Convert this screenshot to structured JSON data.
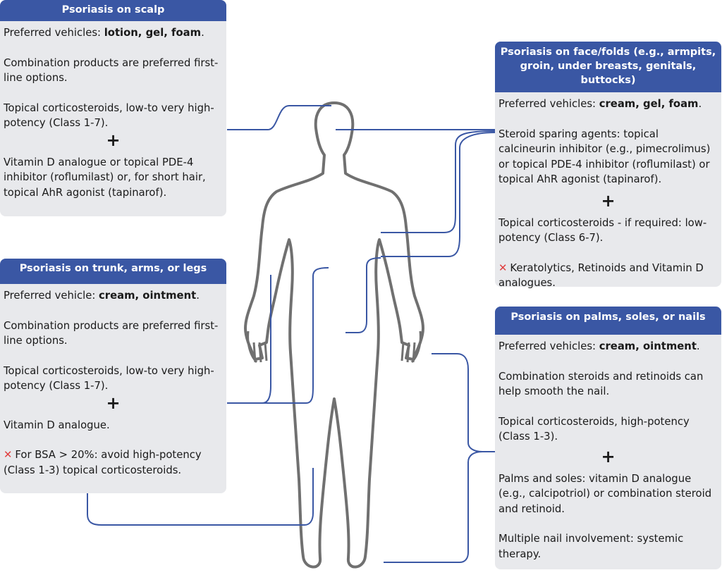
{
  "scalp": {
    "title": "Psoriasis on scalp",
    "vehicles_prefix": "Preferred vehicles: ",
    "vehicles": "lotion, gel, foam",
    "vehicles_suffix": ".",
    "p1": "Combination products are preferred first-line options.",
    "p2": "Topical corticosteroids, low-to very high-potency (Class 1-7).",
    "plus": "+",
    "p3": "Vitamin D analogue or topical PDE-4 inhibitor (roflumilast) or, for short hair, topical AhR agonist (tapinarof)."
  },
  "trunk": {
    "title": "Psoriasis on trunk, arms, or legs",
    "vehicles_prefix": "Preferred vehicle: ",
    "vehicles": "cream, ointment",
    "vehicles_suffix": ".",
    "p1": "Combination products are preferred first-line options.",
    "p2": "Topical corticosteroids, low-to very high-potency (Class 1-7).",
    "plus": "+",
    "p3": "Vitamin D analogue.",
    "x_mark": "✕",
    "p4": "For BSA > 20%: avoid high-potency (Class 1-3) topical corticosteroids."
  },
  "face": {
    "title": "Psoriasis on face/folds (e.g., armpits, groin, under breasts, genitals, buttocks)",
    "vehicles_prefix": "Preferred vehicles: ",
    "vehicles": "cream, gel, foam",
    "vehicles_suffix": ".",
    "p1": "Steroid sparing agents: topical calcineurin inhibitor (e.g., pimecrolimus) or topical PDE-4 inhibitor (roflumilast) or topical AhR agonist (tapinarof).",
    "plus": "+",
    "p2": "Topical corticosteroids - if required:  low-potency (Class 6-7).",
    "x_mark": "✕",
    "p3": "Keratolytics, Retinoids and Vitamin D analogues."
  },
  "palms": {
    "title": "Psoriasis on palms, soles, or nails",
    "vehicles_prefix": "Preferred vehicles: ",
    "vehicles": "cream, ointment",
    "vehicles_suffix": ".",
    "p1": "Combination steroids and retinoids can help smooth the nail.",
    "p2": "Topical corticosteroids, high-potency (Class 1-3).",
    "plus": "+",
    "p3": "Palms and soles: vitamin D analogue (e.g., calcipotriol) or combination steroid and retinoid.",
    "p4": "Multiple nail involvement: systemic therapy."
  },
  "colors": {
    "header": "#3a57a4",
    "box": "#e8e9ec",
    "connector": "#3a57a4",
    "body_outline": "#6b6b6b",
    "x_mark": "#e03a3a"
  }
}
